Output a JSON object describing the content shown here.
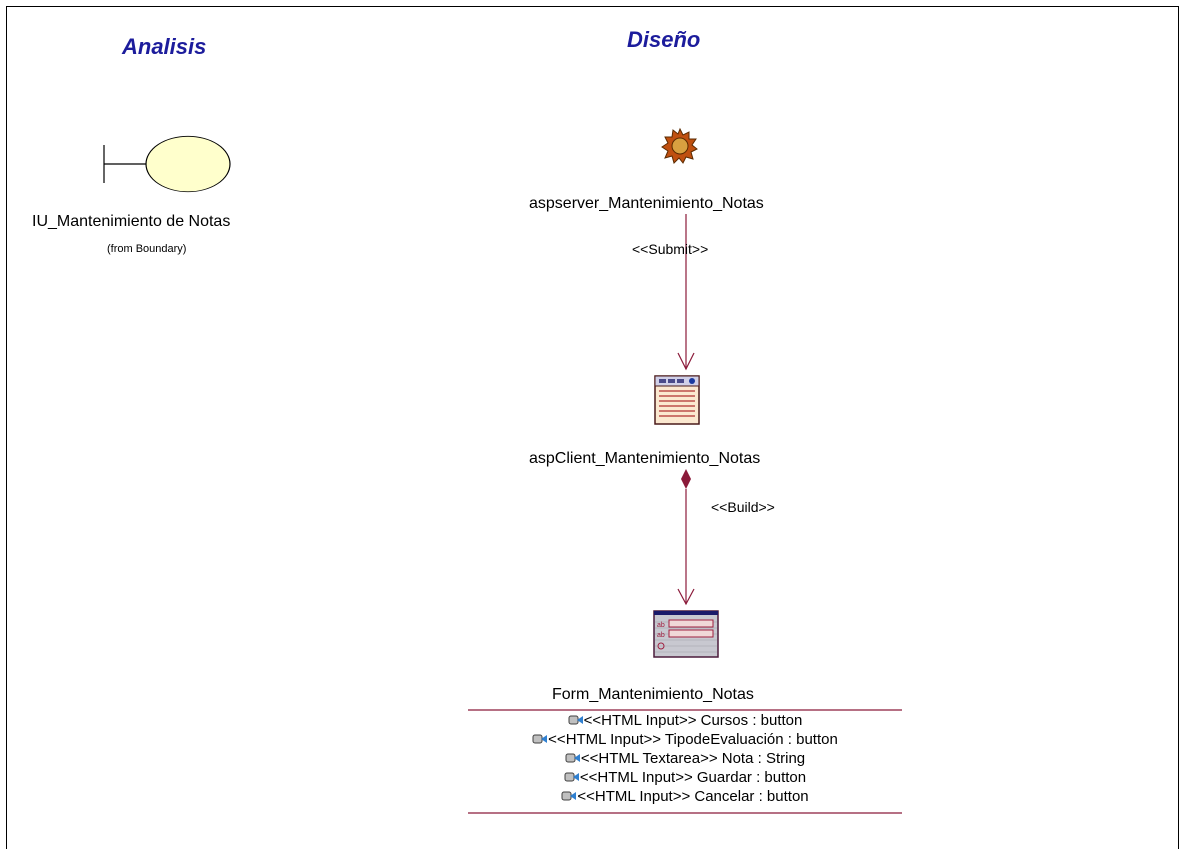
{
  "headings": {
    "analysis": "Analisis",
    "design": "Diseño"
  },
  "boundary": {
    "name": "IU_Mantenimiento de Notas",
    "from": "(from Boundary)",
    "icon": "boundary-icon"
  },
  "server_page": {
    "name": "aspserver_Mantenimiento_Notas",
    "icon": "gear-icon"
  },
  "client_page": {
    "name": "aspClient_Mantenimiento_Notas",
    "icon": "client-page-icon"
  },
  "form": {
    "name": "Form_Mantenimiento_Notas",
    "icon": "form-icon",
    "attributes": [
      "<<HTML Input>> Cursos : button",
      "<<HTML Input>> TipodeEvaluación : button",
      "<<HTML Textarea>> Nota : String",
      "<<HTML Input>> Guardar : button",
      "<<HTML Input>> Cancelar : button"
    ]
  },
  "relations": {
    "submit": "<<Submit>>",
    "build": "<<Build>>"
  },
  "colors": {
    "heading": "#1c1c9c",
    "line": "#8b1a3a",
    "boundary_fill": "#ffffcc",
    "gear": "#c05010"
  }
}
